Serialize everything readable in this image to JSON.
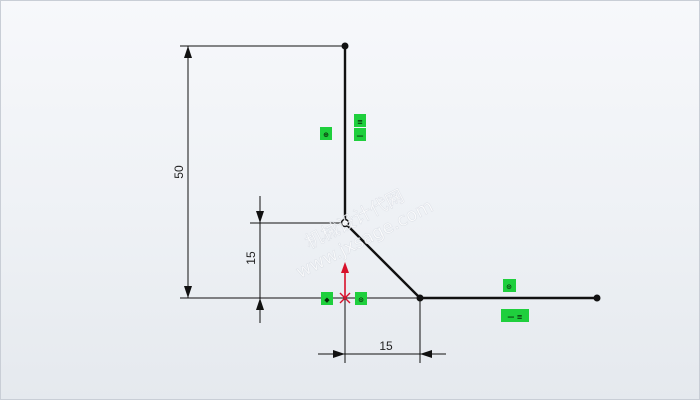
{
  "window": {
    "background_top": "#f7f8fb",
    "background_bottom": "#e5e9ee"
  },
  "sketch": {
    "line_color": "#111111",
    "origin_color": "#d8102a",
    "relation_color": "#1fcf3d"
  },
  "dimensions": {
    "vertical_height": "50",
    "vertical_lower": "15",
    "horizontal_offset": "15"
  },
  "relations": {
    "vertical_line": [
      "vertical-relation-icon",
      "coincident-icon"
    ],
    "origin": [
      "fix-icon",
      "merge-icon"
    ],
    "horizontal_line": [
      "horizontal-relation-icon",
      "merge-icon"
    ]
  },
  "watermark": {
    "line1": "机械设计代网",
    "line2": "www.jxsage.com"
  }
}
